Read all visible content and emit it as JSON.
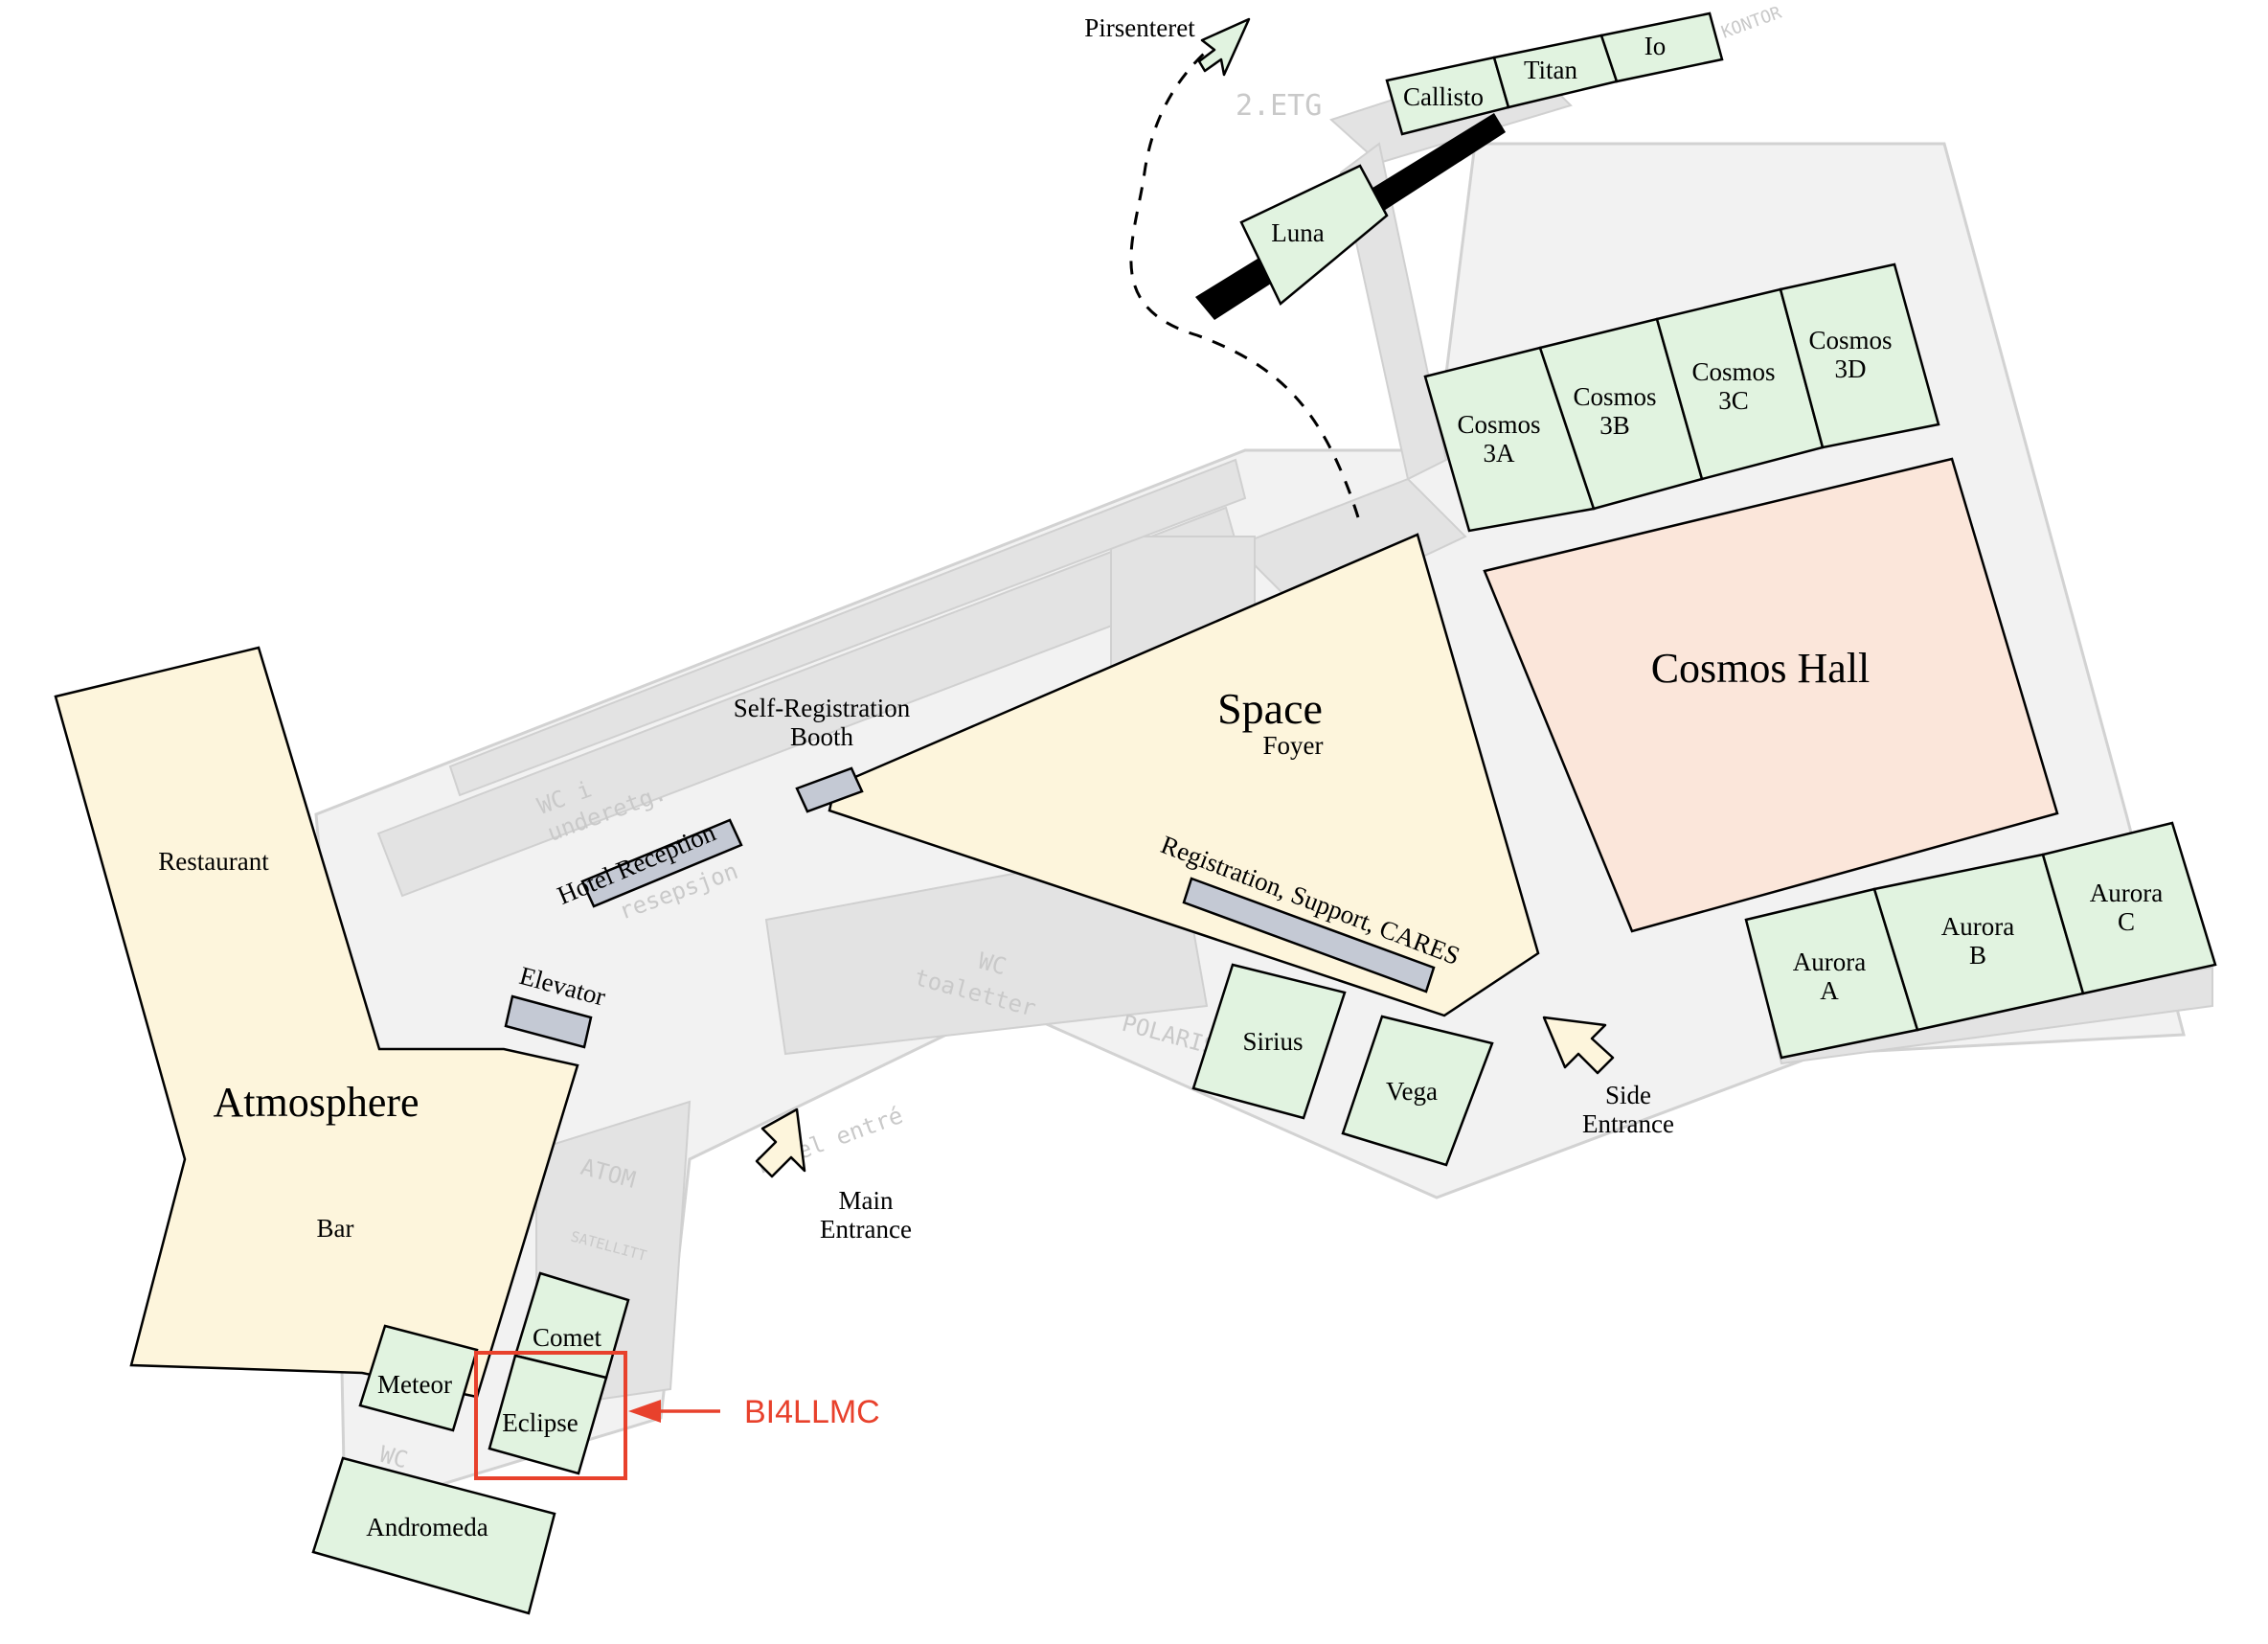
{
  "rooms": {
    "atmosphere": "Atmosphere",
    "restaurant": "Restaurant",
    "bar": "Bar",
    "space": "Space",
    "foyer": "Foyer",
    "cosmos_hall": "Cosmos Hall",
    "cosmos_3a": [
      "Cosmos",
      "3A"
    ],
    "cosmos_3b": [
      "Cosmos",
      "3B"
    ],
    "cosmos_3c": [
      "Cosmos",
      "3C"
    ],
    "cosmos_3d": [
      "Cosmos",
      "3D"
    ],
    "aurora_a": [
      "Aurora",
      "A"
    ],
    "aurora_b": [
      "Aurora",
      "B"
    ],
    "aurora_c": [
      "Aurora",
      "C"
    ],
    "sirius": "Sirius",
    "vega": "Vega",
    "comet": "Comet",
    "eclipse": "Eclipse",
    "meteor": "Meteor",
    "andromeda": "Andromeda",
    "luna": "Luna",
    "callisto": "Callisto",
    "titan": "Titan",
    "io": "Io"
  },
  "facilities": {
    "self_registration": [
      "Self-Registration",
      "Booth"
    ],
    "hotel_reception": "Hotel Reception",
    "elevator": "Elevator",
    "registration_desk": "Registration, Support, CARES"
  },
  "entrances": {
    "main": [
      "Main",
      "Entrance"
    ],
    "side": [
      "Side",
      "Entrance"
    ],
    "pirsenteret": "Pirsenteret"
  },
  "background_labels": {
    "floor_2": "2.ETG",
    "wc_lower": [
      "WC i",
      "underetg."
    ],
    "resepsjon": "resepsjon",
    "wc_toaletter": [
      "WC",
      "toaletter"
    ],
    "polaris": "POLARIS",
    "atom": "ATOM",
    "satellitt": "SATELLITT",
    "hotel_entre": "Hotel entré",
    "kontor": "KONTOR",
    "wc": "WC"
  },
  "annotation": {
    "label": "BI4LLMC",
    "color": "#e8412c",
    "target": "Eclipse"
  },
  "colors": {
    "meeting_room": "#e1f3e0",
    "public_area": "#fdf5dc",
    "hall": "#fbe6da",
    "counter": "#c4c9d4"
  }
}
